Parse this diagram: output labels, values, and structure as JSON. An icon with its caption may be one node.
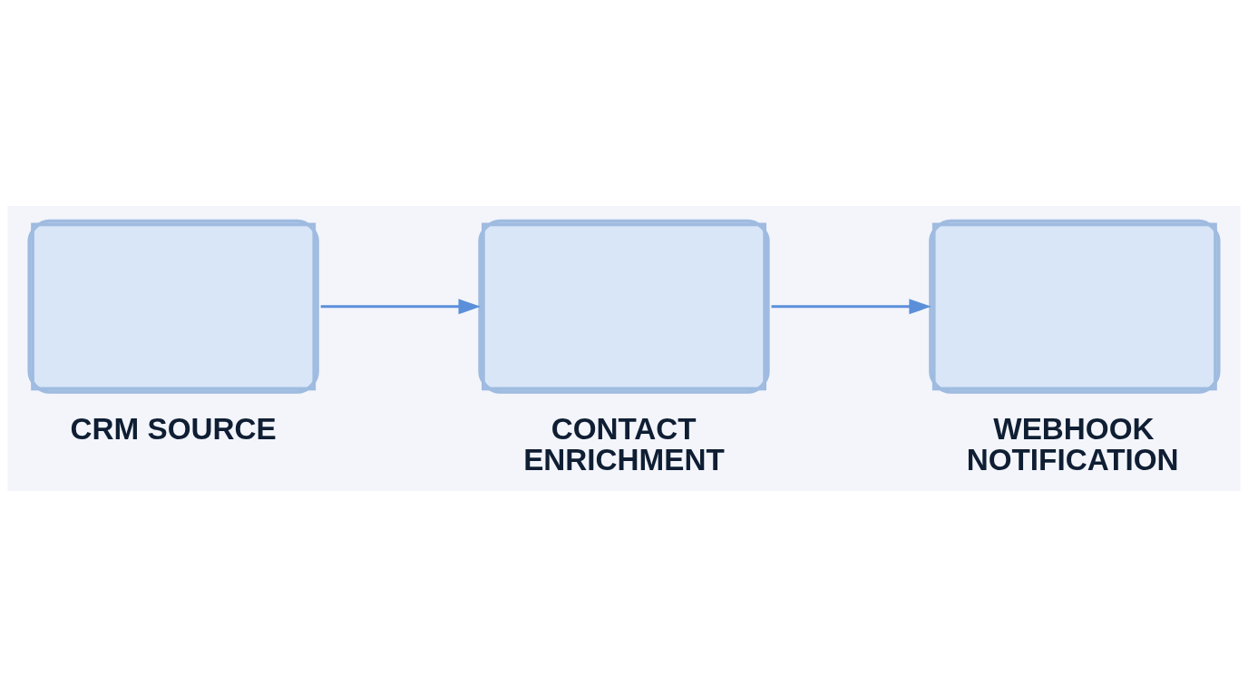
{
  "diagram": {
    "nodes": [
      {
        "text": [
          "CRM SOURCE"
        ]
      },
      {
        "text": [
          "CONTACT ENRICHMENT"
        ]
      },
      {
        "text": [
          "WEBHOOK NOTIFICATION"
        ]
      }
    ],
    "edges": [
      {
        "from": 0,
        "to": 1,
        "arrow": "to"
      },
      {
        "from": 1,
        "to": 2,
        "arrow": "to"
      }
    ]
  }
}
